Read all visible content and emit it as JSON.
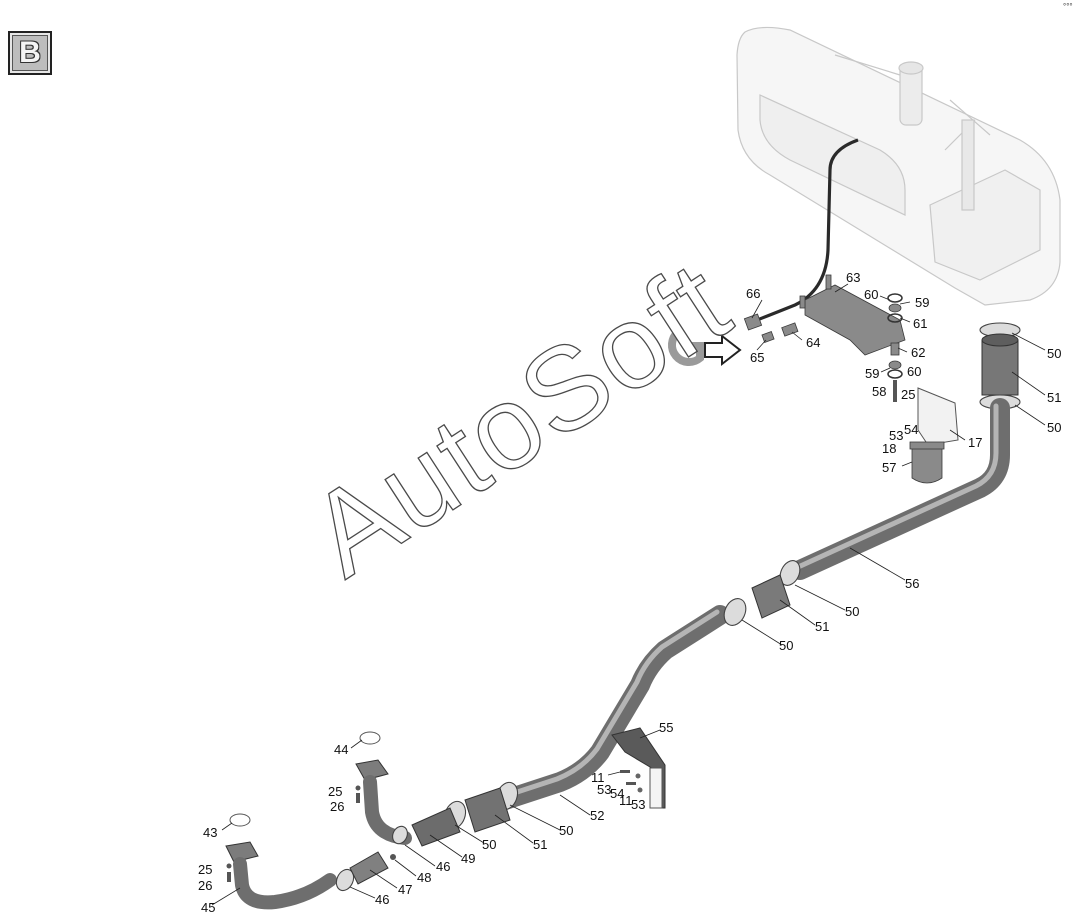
{
  "sheet": {
    "section_letter": "B",
    "corner_mark": "°°°"
  },
  "watermark": {
    "text": "AutoSoft"
  },
  "callouts": [
    {
      "id": "c66a",
      "text": "66"
    },
    {
      "id": "c63",
      "text": "63"
    },
    {
      "id": "c60a",
      "text": "60"
    },
    {
      "id": "c59a",
      "text": "59"
    },
    {
      "id": "c61",
      "text": "61"
    },
    {
      "id": "c64",
      "text": "64"
    },
    {
      "id": "c65",
      "text": "65"
    },
    {
      "id": "c62",
      "text": "62"
    },
    {
      "id": "c59b",
      "text": "59"
    },
    {
      "id": "c60b",
      "text": "60"
    },
    {
      "id": "c58",
      "text": "58"
    },
    {
      "id": "c25a",
      "text": "25"
    },
    {
      "id": "c50a",
      "text": "50"
    },
    {
      "id": "c51a",
      "text": "51"
    },
    {
      "id": "c50b",
      "text": "50"
    },
    {
      "id": "c53a",
      "text": "53"
    },
    {
      "id": "c54a",
      "text": "54"
    },
    {
      "id": "c18",
      "text": "18"
    },
    {
      "id": "c17",
      "text": "17"
    },
    {
      "id": "c57",
      "text": "57"
    },
    {
      "id": "c56",
      "text": "56"
    },
    {
      "id": "c50c",
      "text": "50"
    },
    {
      "id": "c51b",
      "text": "51"
    },
    {
      "id": "c50d",
      "text": "50"
    },
    {
      "id": "c55",
      "text": "55"
    },
    {
      "id": "c11a",
      "text": "11"
    },
    {
      "id": "c53b",
      "text": "53"
    },
    {
      "id": "c54b",
      "text": "54"
    },
    {
      "id": "c11b",
      "text": "11"
    },
    {
      "id": "c53c",
      "text": "53"
    },
    {
      "id": "c52",
      "text": "52"
    },
    {
      "id": "c50e",
      "text": "50"
    },
    {
      "id": "c51c",
      "text": "51"
    },
    {
      "id": "c50f",
      "text": "50"
    },
    {
      "id": "c49",
      "text": "49"
    },
    {
      "id": "c44",
      "text": "44"
    },
    {
      "id": "c25b",
      "text": "25"
    },
    {
      "id": "c26a",
      "text": "26"
    },
    {
      "id": "c46a",
      "text": "46"
    },
    {
      "id": "c48",
      "text": "48"
    },
    {
      "id": "c47",
      "text": "47"
    },
    {
      "id": "c46b",
      "text": "46"
    },
    {
      "id": "c43",
      "text": "43"
    },
    {
      "id": "c25c",
      "text": "25"
    },
    {
      "id": "c26b",
      "text": "26"
    },
    {
      "id": "c45",
      "text": "45"
    }
  ],
  "colors": {
    "pipe": "#6e6e6e",
    "tank_outline": "#c8c8c8",
    "watermark_stroke": "#4a4a4a"
  }
}
